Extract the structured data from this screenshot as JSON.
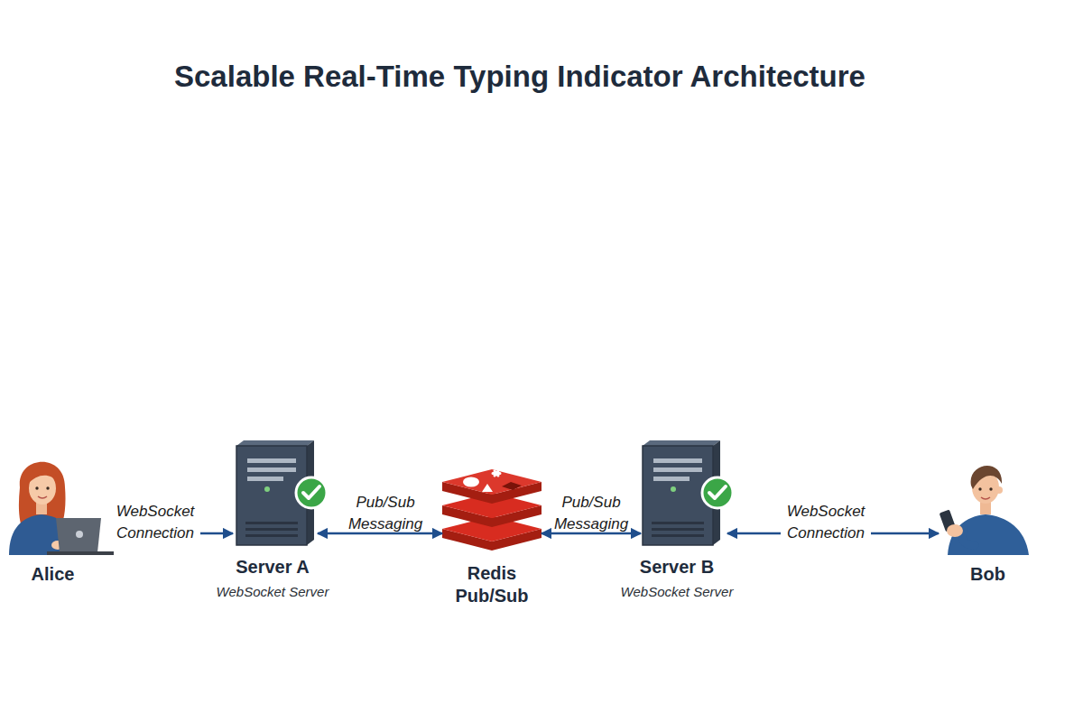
{
  "diagram": {
    "title": "Scalable Real-Time Typing Indicator Architecture",
    "nodes": [
      {
        "text": [
          "Alice"
        ]
      },
      {
        "text": [
          "Server A",
          "WebSocket Server"
        ]
      },
      {
        "text": [
          "Redis Pub/Sub"
        ]
      },
      {
        "text": [
          "Server B",
          "WebSocket Server"
        ]
      },
      {
        "text": [
          "Bob"
        ]
      }
    ],
    "edges": [
      {
        "from": 0,
        "to": 1,
        "label": "WebSocket Connection",
        "arrow": "to"
      },
      {
        "from": 1,
        "to": 2,
        "label": "Pub/Sub Messaging",
        "arrow": "both"
      },
      {
        "from": 2,
        "to": 3,
        "label": "Pub/Sub Messaging",
        "arrow": "both"
      },
      {
        "from": 3,
        "to": 4,
        "label": "WebSocket Connection",
        "arrow": "both"
      }
    ]
  }
}
